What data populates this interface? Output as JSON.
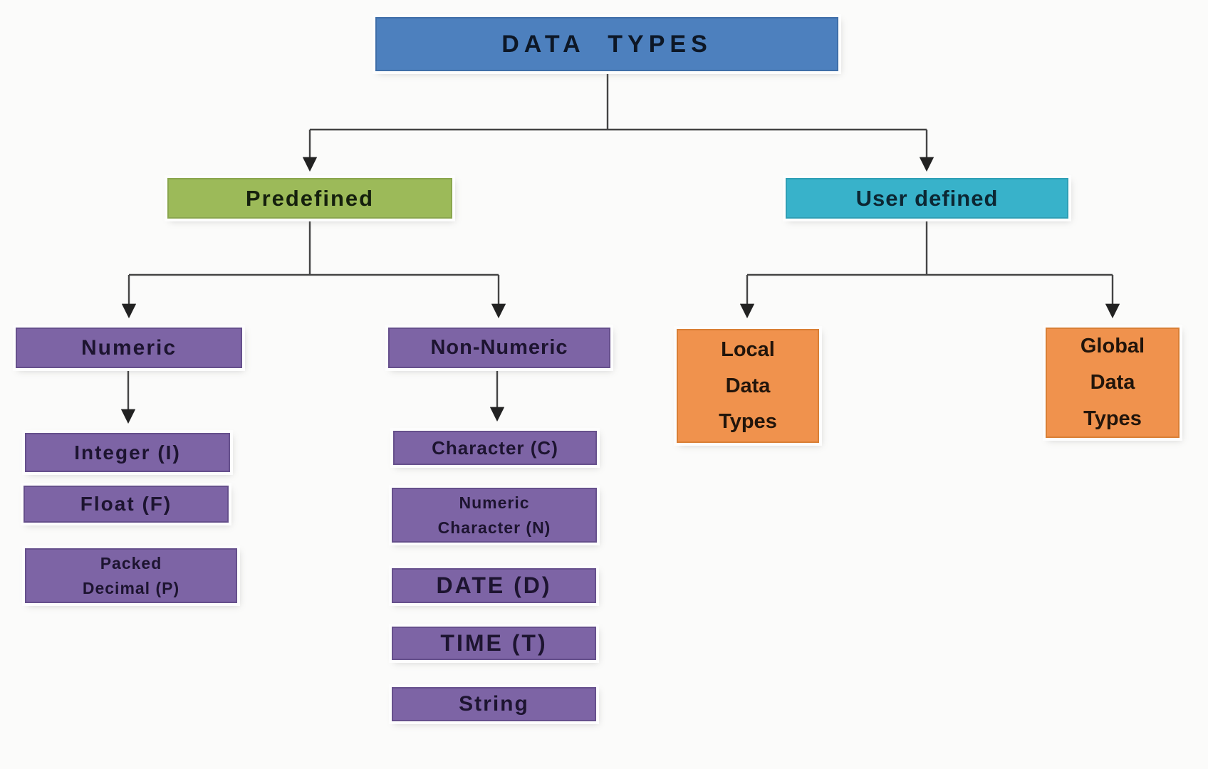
{
  "diagram": {
    "type": "tree",
    "background": "#fbfbfa",
    "line_color": "#454545",
    "colors": {
      "root_blue": "#4d80be",
      "predefined_green": "#9cba59",
      "user_defined_teal": "#38b2ca",
      "type_purple": "#7d64a5",
      "data_types_orange": "#f0924d"
    },
    "nodes": {
      "root": {
        "label": "DATA  TYPES"
      },
      "predefined": {
        "label": "Predefined"
      },
      "user_defined": {
        "label": "User defined"
      },
      "numeric": {
        "label": "Numeric"
      },
      "non_numeric": {
        "label": "Non-Numeric"
      },
      "integer": {
        "label": "Integer (I)"
      },
      "float": {
        "label": "Float (F)"
      },
      "packed_decimal": {
        "label": "Packed\nDecimal (P)"
      },
      "character": {
        "label": "Character (C)"
      },
      "numeric_character": {
        "label": "Numeric\nCharacter (N)"
      },
      "date": {
        "label": "DATE (D)"
      },
      "time": {
        "label": "TIME (T)"
      },
      "string": {
        "label": "String"
      },
      "local_data_types": {
        "label": "Local\nData\nTypes"
      },
      "global_data_types": {
        "label": "Global\nData\nTypes"
      }
    },
    "hierarchy": [
      {
        "parent": "DATA TYPES",
        "children": [
          "Predefined",
          "User defined"
        ]
      },
      {
        "parent": "Predefined",
        "children": [
          "Numeric",
          "Non-Numeric"
        ]
      },
      {
        "parent": "User defined",
        "children": [
          "Local Data Types",
          "Global Data Types"
        ]
      },
      {
        "parent": "Numeric",
        "children": [
          "Integer (I)",
          "Float (F)",
          "Packed Decimal (P)"
        ]
      },
      {
        "parent": "Non-Numeric",
        "children": [
          "Character (C)",
          "Numeric Character (N)",
          "DATE (D)",
          "TIME (T)",
          "String"
        ]
      }
    ]
  }
}
